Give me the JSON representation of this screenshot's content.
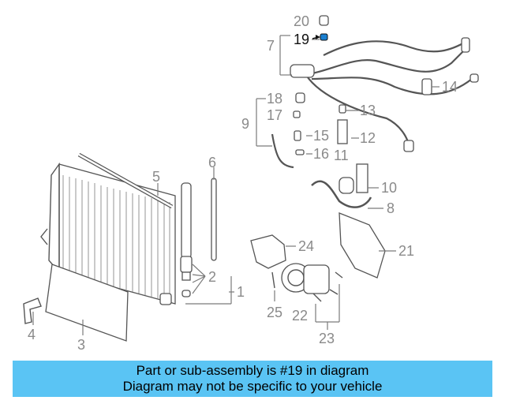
{
  "callouts": [
    "1",
    "2",
    "3",
    "4",
    "5",
    "6",
    "7",
    "8",
    "9",
    "10",
    "11",
    "12",
    "13",
    "14",
    "15",
    "16",
    "17",
    "18",
    "19",
    "20",
    "21",
    "22",
    "23",
    "24",
    "25"
  ],
  "highlight": "19",
  "banner": {
    "line1": "Part or sub-assembly is #19 in diagram",
    "line2": "Diagram may not be specific to your vehicle"
  },
  "colors": {
    "banner": "#5ac4f4",
    "callout": "#8a8a8a",
    "highlight": "#111111"
  }
}
